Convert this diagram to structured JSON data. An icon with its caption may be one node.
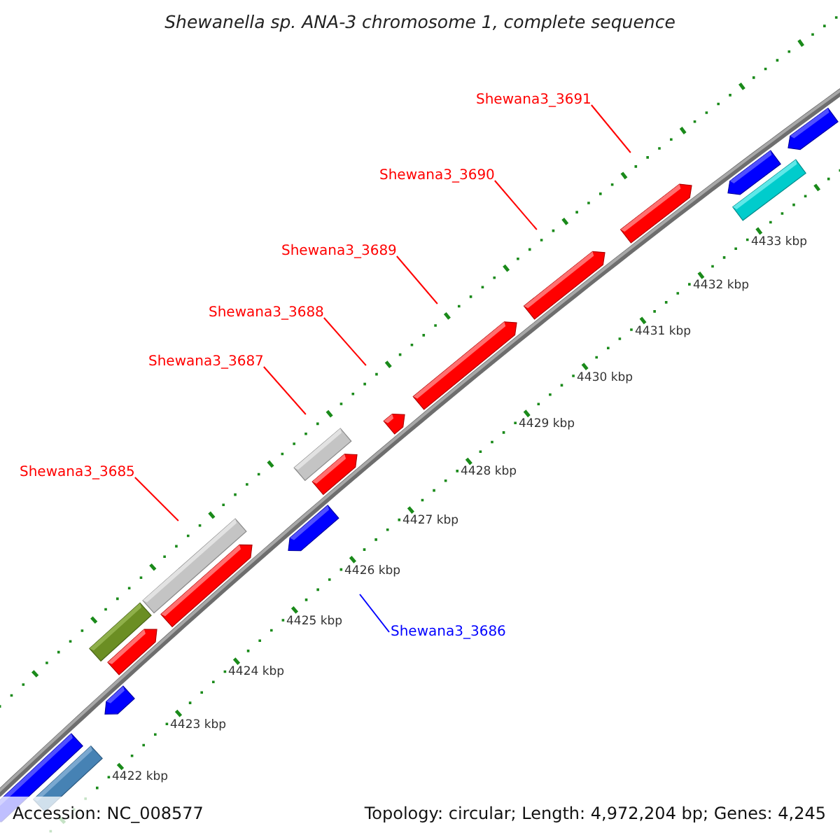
{
  "diagram": {
    "title": "Shewanella sp. ANA-3 chromosome 1, complete sequence",
    "nodes": [
      {
        "text": [
          "Shewana3_3691"
        ]
      },
      {
        "text": [
          "Shewana3_3690"
        ]
      },
      {
        "text": [
          "Shewana3_3689"
        ]
      },
      {
        "text": [
          "Shewana3_3688"
        ]
      },
      {
        "text": [
          "Shewana3_3687"
        ]
      },
      {
        "text": [
          "Shewana3_3685"
        ]
      },
      {
        "text": [
          "Shewana3_3686"
        ]
      },
      {
        "text": [],
        "shape": "bar"
      },
      {
        "text": [],
        "shape": "bar"
      },
      {
        "text": [],
        "shape": "bar"
      },
      {
        "text": [],
        "shape": "bar"
      },
      {
        "text": [],
        "shape": "bar"
      },
      {
        "text": [],
        "shape": "bar"
      },
      {
        "text": [],
        "shape": "bar"
      },
      {
        "text": [],
        "shape": "bar"
      },
      {
        "text": [],
        "shape": "bar"
      },
      {
        "text": [],
        "shape": "bar"
      },
      {
        "text": [],
        "shape": "bar"
      },
      {
        "text": [],
        "shape": "bar"
      },
      {
        "text": [],
        "shape": "bar"
      },
      {
        "text": [],
        "shape": "bar"
      },
      {
        "text": [],
        "shape": "bar"
      },
      {
        "text": [],
        "shape": "bar"
      },
      {
        "text": [],
        "shape": "bar"
      }
    ],
    "edges": [
      {
        "from": 0,
        "to": null,
        "arrow": "none"
      },
      {
        "from": 1,
        "to": null,
        "arrow": "none"
      },
      {
        "from": 2,
        "to": null,
        "arrow": "none"
      },
      {
        "from": 3,
        "to": null,
        "arrow": "none"
      },
      {
        "from": 4,
        "to": null,
        "arrow": "none"
      },
      {
        "from": 5,
        "to": null,
        "arrow": "none"
      },
      {
        "from": 6,
        "to": null,
        "arrow": "none",
        "color": "#0000ff"
      }
    ],
    "labels": [
      "4433 kbp",
      "4432 kbp",
      "4431 kbp",
      "4430 kbp",
      "4429 kbp",
      "4428 kbp",
      "4427 kbp",
      "4426 kbp",
      "4425 kbp",
      "4424 kbp",
      "4423 kbp",
      "4422 kbp",
      "Accession: NC_008577",
      "Topology: circular; Length: 4,972,204 bp; Genes: 4,245"
    ]
  }
}
